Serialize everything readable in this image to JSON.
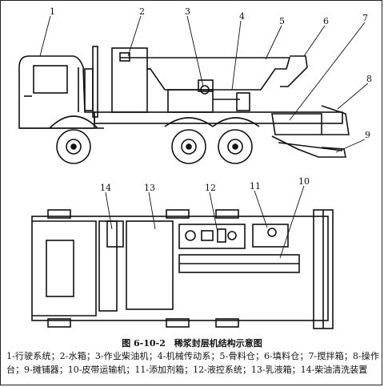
{
  "figure": {
    "caption": "图 6-10-2　稀浆封层机结构示意图",
    "legend_line1": "1-行驶系统；2-水箱；3-作业柴油机；4-机械传动系；5-骨料仓；6-填料仓；7-搅拌箱；8-操作",
    "legend_line2": "台；9-摊铺器；10-皮带运输机；11-添加剂箱；12-液控系统；13-乳液箱；14-柴油清洗装置"
  },
  "labels": {
    "n1": "1",
    "n2": "2",
    "n3": "3",
    "n4": "4",
    "n5": "5",
    "n6": "6",
    "n7": "7",
    "n8": "8",
    "n9": "9",
    "n10": "10",
    "n11": "11",
    "n12": "12",
    "n13": "13",
    "n14": "14"
  }
}
